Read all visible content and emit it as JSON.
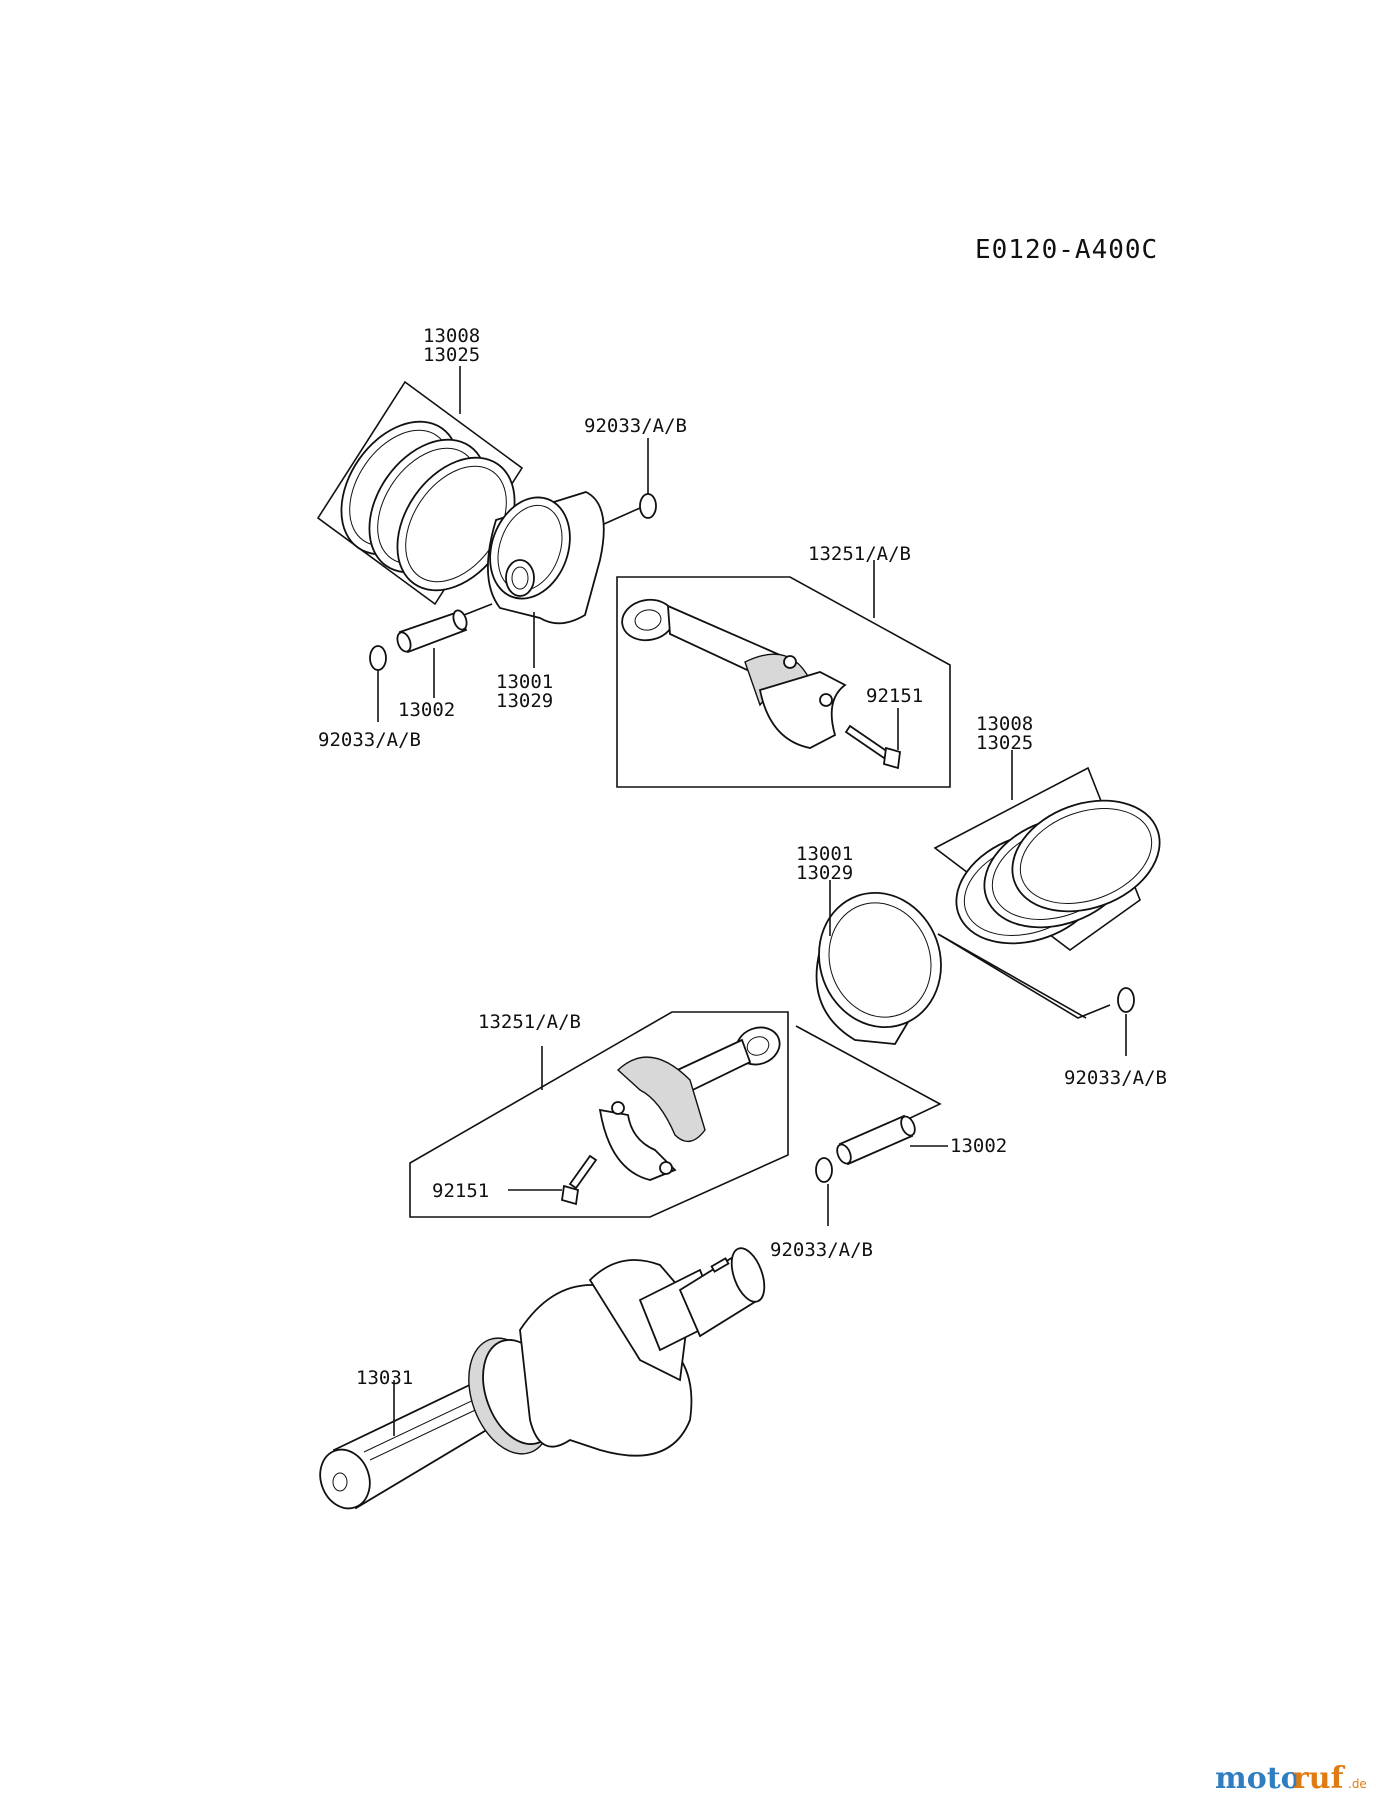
{
  "diagram_code": "E0120-A400C",
  "labels": {
    "upper_rings": [
      "13008",
      "13025"
    ],
    "upper_clip_right": "92033/A/B",
    "upper_conrod": "13251/A/B",
    "upper_bolt": "92151",
    "upper_piston": [
      "13001",
      "13029"
    ],
    "upper_pin": "13002",
    "upper_clip_left": "92033/A/B",
    "lower_rings": [
      "13008",
      "13025"
    ],
    "lower_piston": [
      "13001",
      "13029"
    ],
    "lower_clip_right": "92033/A/B",
    "lower_conrod": "13251/A/B",
    "lower_pin": "13002",
    "lower_bolt": "92151",
    "lower_clip_left": "92033/A/B",
    "crankshaft": "13031"
  },
  "watermark": {
    "brand_a": "moto",
    "brand_b": "ruf",
    "tld": ".de",
    "color_a": "#2f7fc0",
    "color_b": "#e07b14"
  }
}
